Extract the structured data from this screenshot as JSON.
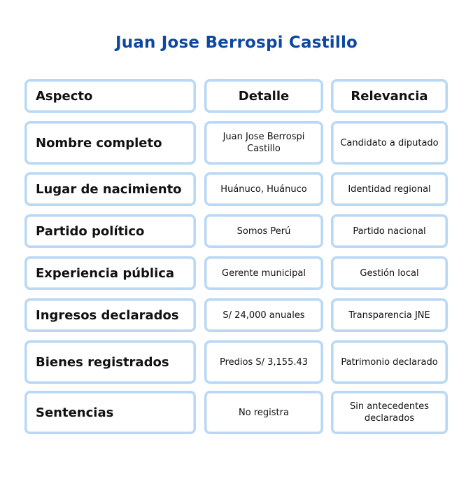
{
  "title": "Juan Jose Berrospi Castillo",
  "headers": {
    "aspect": "Aspecto",
    "detail": "Detalle",
    "relevance": "Relevancia"
  },
  "rows": [
    {
      "aspect": "Nombre completo",
      "detail": "Juan Jose Berrospi Castillo",
      "relevance": "Candidato a diputado"
    },
    {
      "aspect": "Lugar de nacimiento",
      "detail": "Huánuco, Huánuco",
      "relevance": "Identidad regional"
    },
    {
      "aspect": "Partido político",
      "detail": "Somos Perú",
      "relevance": "Partido nacional"
    },
    {
      "aspect": "Experiencia pública",
      "detail": "Gerente municipal",
      "relevance": "Gestión local"
    },
    {
      "aspect": "Ingresos declarados",
      "detail": "S/ 24,000 anuales",
      "relevance": "Transparencia JNE"
    },
    {
      "aspect": "Bienes registrados",
      "detail": "Predios S/ 3,155.43",
      "relevance": "Patrimonio declarado"
    },
    {
      "aspect": "Sentencias",
      "detail": "No registra",
      "relevance": "Sin antecedentes declarados"
    }
  ],
  "colors": {
    "title": "#0d47a1",
    "border": "#b8d8f5",
    "text": "#111111"
  }
}
